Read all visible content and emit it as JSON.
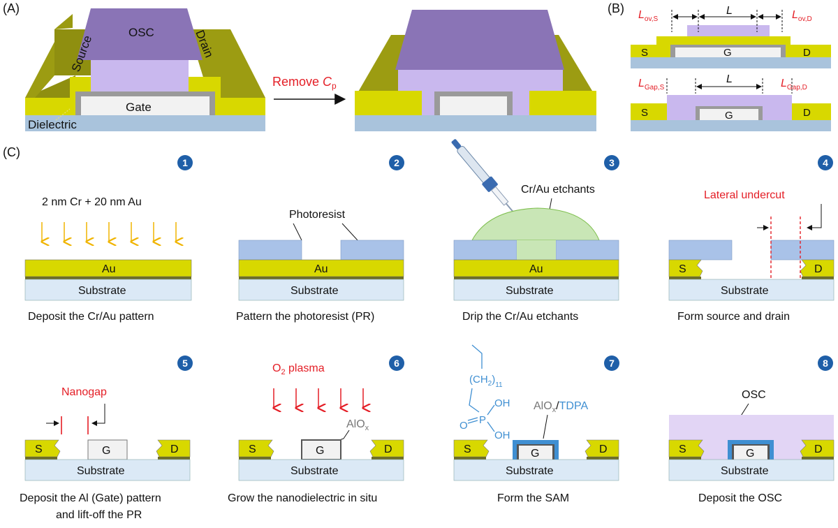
{
  "colors": {
    "gold": "#d8d800",
    "gold_dark": "#8f8f10",
    "osc": "#8a74b6",
    "osc_light": "#c9b8ee",
    "gate": "#f2f2f2",
    "gate_border": "#9a9a9a",
    "dielectric": "#a9c3dc",
    "substrate": "#dbe9f6",
    "photoresist": "#a9c2e8",
    "etchant": "#c9e6b6",
    "arrow_gold": "#f0b400",
    "red": "#e41e26",
    "step_badge": "#1f5fa8",
    "sam_blue": "#3f8fd2"
  },
  "panel_a": {
    "label": "(A)",
    "left": {
      "osc": "OSC",
      "source": "Source",
      "drain": "Drain",
      "gate": "Gate",
      "dielectric": "Dielectric"
    },
    "arrow_label_prefix": "Remove ",
    "arrow_label_c": "C",
    "arrow_label_sub": "p"
  },
  "panel_b": {
    "label": "(B)",
    "top": {
      "l_ov_s": "L",
      "l_ov_s_sub": "ov,S",
      "l": "L",
      "l_ov_d": "L",
      "l_ov_d_sub": "ov,D",
      "s": "S",
      "g": "G",
      "d": "D"
    },
    "bottom": {
      "l_gap_s": "L",
      "l_gap_s_sub": "Gap,S",
      "l": "L",
      "l_gap_d": "L",
      "l_gap_d_sub": "Gap,D",
      "s": "S",
      "g": "G",
      "d": "D"
    }
  },
  "panel_c": {
    "label": "(C)",
    "steps": [
      {
        "num": "1",
        "caption": "Deposit the Cr/Au pattern",
        "top_label": "2 nm Cr + 20 nm Au",
        "au": "Au",
        "substrate": "Substrate"
      },
      {
        "num": "2",
        "caption": "Pattern the photoresist (PR)",
        "top_label": "Photoresist",
        "au": "Au",
        "substrate": "Substrate"
      },
      {
        "num": "3",
        "caption": "Drip the Cr/Au etchants",
        "top_label": "Cr/Au etchants",
        "au": "Au",
        "substrate": "Substrate"
      },
      {
        "num": "4",
        "caption": "Form source and drain",
        "top_label": "Lateral undercut",
        "s": "S",
        "d": "D",
        "substrate": "Substrate"
      },
      {
        "num": "5",
        "caption": "Deposit the Al (Gate) pattern",
        "caption2": "and lift-off the PR",
        "top_label": "Nanogap",
        "s": "S",
        "g": "G",
        "d": "D",
        "substrate": "Substrate"
      },
      {
        "num": "6",
        "caption": "Grow the nanodielectric in situ",
        "top_label": "O",
        "top_label_sub": "2",
        "top_label_rest": " plasma",
        "side_label": "AlO",
        "side_label_sub": "x",
        "s": "S",
        "g": "G",
        "d": "D",
        "substrate": "Substrate"
      },
      {
        "num": "7",
        "caption": "Form the SAM",
        "side_label": "AlO",
        "side_label_sub": "x",
        "side_label_rest": "/",
        "side_label_blue": "TDPA",
        "chem_ch2": "(CH",
        "chem_ch2_sub": "2",
        "chem_ch2_end": ")",
        "chem_ch2_count": "11",
        "chem_p": "P",
        "chem_oh1": "OH",
        "chem_oh2": "OH",
        "chem_o": "O",
        "s": "S",
        "g": "G",
        "d": "D",
        "substrate": "Substrate"
      },
      {
        "num": "8",
        "caption": "Deposit the OSC",
        "top_label": "OSC",
        "s": "S",
        "g": "G",
        "d": "D",
        "substrate": "Substrate"
      }
    ]
  }
}
